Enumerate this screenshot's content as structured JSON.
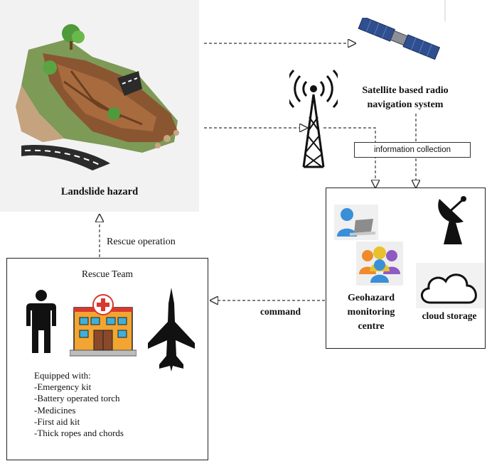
{
  "landslide": {
    "label": "Landslide hazard"
  },
  "satellite": {
    "label_lines": [
      "Satellite based radio",
      "navigation system"
    ]
  },
  "info_collection": {
    "label": "information collection"
  },
  "monitoring_centre": {
    "label_lines": [
      "Geohazard",
      "monitoring",
      "centre"
    ],
    "cloud_label": "cloud storage"
  },
  "rescue_team": {
    "title": "Rescue Team",
    "equipment": [
      "Equipped with:",
      "-Emergency kit",
      "-Battery operated torch",
      "-Medicines",
      "-First aid kit",
      "-Thick ropes and chords"
    ]
  },
  "edges": {
    "rescue_operation": "Rescue operation",
    "command": "command"
  },
  "icons": {
    "landslide": "landslide-illustration",
    "satellite": "satellite-icon",
    "tower": "radio-tower-icon",
    "user_laptop": "user-laptop-icon",
    "dish": "satellite-dish-icon",
    "group": "group-icon",
    "cloud": "cloud-icon",
    "person": "person-icon",
    "hospital": "hospital-icon",
    "jet": "fighter-jet-icon"
  },
  "colors": {
    "line": "#333333",
    "hospital_red": "#d9382f",
    "hospital_orange": "#f2a531",
    "jet": "#111111",
    "satellite_blue": "#2f4f8f"
  }
}
